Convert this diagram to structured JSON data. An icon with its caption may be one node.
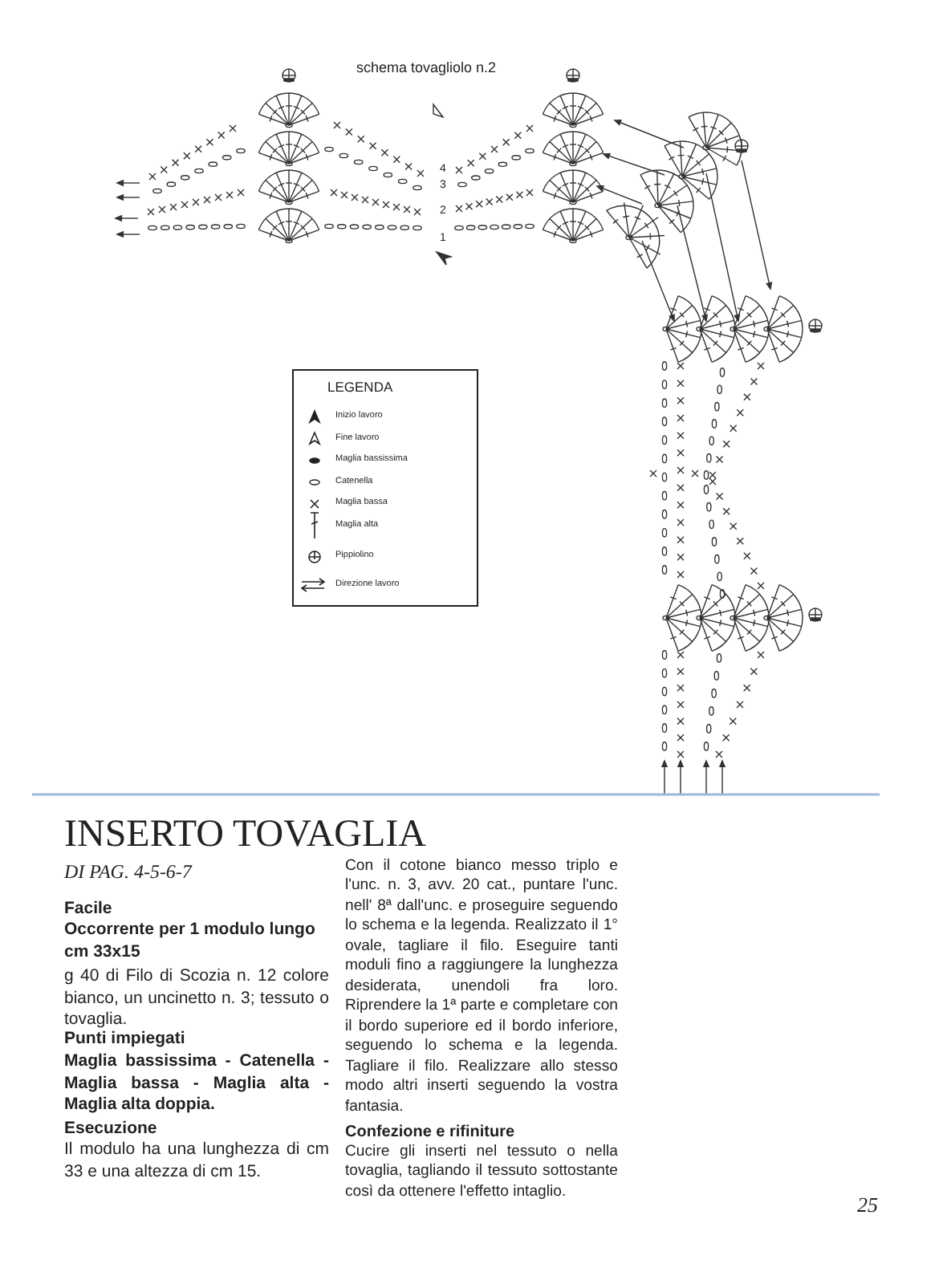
{
  "diagram": {
    "title": "INSERTO TOVAGLIA",
    "labels": [
      "schema tovagliolo n.2",
      "4",
      "3",
      "2",
      "1",
      "LEGENDA",
      "DI PAG. 4-5-6-7",
      "Facile",
      "Occorrente per 1 modulo lungo cm 33x15",
      "g 40 di Filo di Scozia n. 12 colore bianco, un uncinetto n. 3; tessuto o tovaglia.",
      "Punti impiegati",
      "Maglia bassissima - Catenella - Maglia bassa - Maglia alta - Maglia alta doppia.",
      "Esecuzione",
      "Il modulo ha una lunghezza di cm 33 e una altezza di cm 15.",
      "Con il cotone bianco messo triplo e l'unc. n. 3, avv. 20 cat., puntare l'unc. nell' 8ª dall'unc. e proseguire seguendo lo schema e la legenda. Realizzato il 1° ovale, tagliare il filo. Eseguire tanti moduli fino a raggiungere la lunghezza desiderata, unendoli fra loro. Riprendere la 1ª parte e completare con il bordo superiore ed il bordo inferiore, seguendo lo schema e la legenda. Tagliare il filo. Realizzare allo stesso modo altri inserti seguendo la vostra fantasia.",
      "Confezione e rifiniture",
      "Cucire gli inserti nel tessuto o nella tovaglia, tagliando il tessuto sottostante così da ottenere l'effetto intaglio.",
      "25"
    ],
    "legend": [
      {
        "text": "Inizio lavoro"
      },
      {
        "text": "Fine lavoro"
      },
      {
        "text": "Maglia bassissima"
      },
      {
        "text": "Catenella"
      },
      {
        "text": "Maglia bassa"
      },
      {
        "text": "Maglia alta"
      },
      {
        "text": "Pippiolino"
      },
      {
        "text": "Direzione lavoro"
      }
    ]
  }
}
